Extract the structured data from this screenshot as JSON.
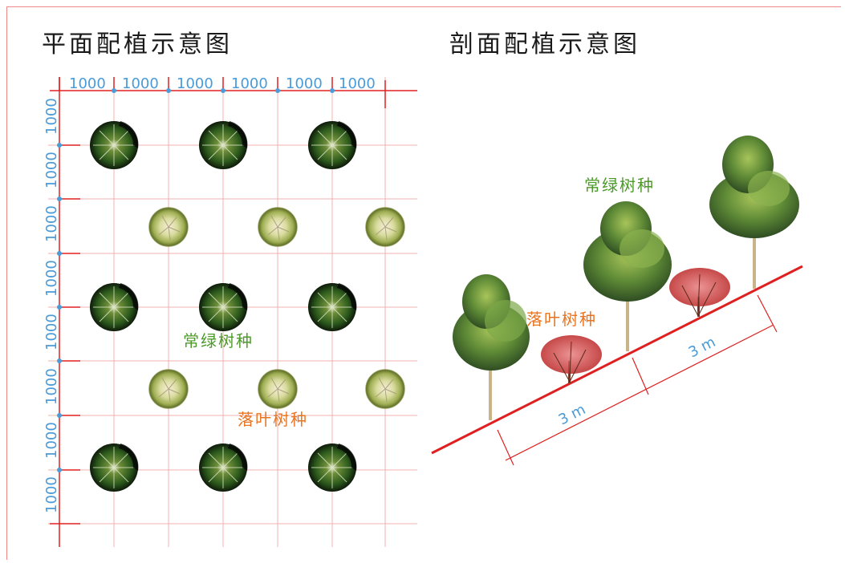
{
  "titles": {
    "plan": "平面配植示意图",
    "section": "剖面配植示意图"
  },
  "plan": {
    "dimension_labels_x": [
      "1000",
      "1000",
      "1000",
      "1000",
      "1000",
      "1000"
    ],
    "dimension_labels_y": [
      "1000",
      "1000",
      "1000",
      "1000",
      "1000",
      "1000",
      "1000",
      "1000"
    ],
    "label_evergreen": "常绿树种",
    "label_deciduous": "落叶树种",
    "legend_evergreen_tree_icon": "evergreen-tree-top-icon",
    "legend_deciduous_tree_icon": "deciduous-tree-top-icon"
  },
  "section": {
    "label_evergreen": "常绿树种",
    "label_deciduous": "落叶树种",
    "spacing_1": "3 m",
    "spacing_2": "3 m"
  },
  "colors": {
    "grid_red": "#e02020",
    "grid_pink": "#f3b0b0",
    "dimension_blue": "#4a9bd8",
    "evergreen_green": "#4c9a2a",
    "deciduous_orange": "#e87422"
  }
}
